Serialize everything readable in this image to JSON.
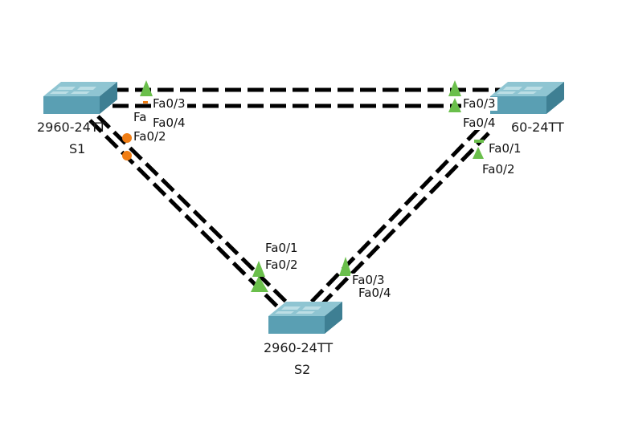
{
  "colors": {
    "link": "#000000",
    "port_up": "#6abf4b",
    "port_blocking": "#f07d14",
    "switch_top": "#8fc5d2",
    "switch_front": "#5a9fb3",
    "switch_side": "#3e7f93",
    "switch_panel": "#c7e3ea"
  },
  "devices": {
    "s1": {
      "model": "2960-24TT",
      "name": "S1"
    },
    "s2": {
      "model": "2960-24TT",
      "name": "S2"
    },
    "s3": {
      "model_visible": "60-24TT"
    }
  },
  "ports": {
    "s1_fa03": "Fa0/3",
    "s1_fa04": "Fa0/4",
    "s1_fa01_partial": "Fa",
    "s1_fa02": "Fa0/2",
    "s3_fa03": "Fa0/3",
    "s3_fa04": "Fa0/4",
    "s3_fa01": "Fa0/1",
    "s3_fa02": "Fa0/2",
    "s2_fa01": "Fa0/1",
    "s2_fa02": "Fa0/2",
    "s2_fa03": "Fa0/3",
    "s2_fa04": "Fa0/4"
  },
  "port_states": {
    "s1_fa03": "up",
    "s3_fa03": "up",
    "s3_fa04": "up",
    "s3_fa01": "up",
    "s3_fa02": "up",
    "s2_fa01": "up",
    "s2_fa02": "up",
    "s2_fa03": "up",
    "s1_fa01": "blocking",
    "s1_fa02": "blocking"
  }
}
